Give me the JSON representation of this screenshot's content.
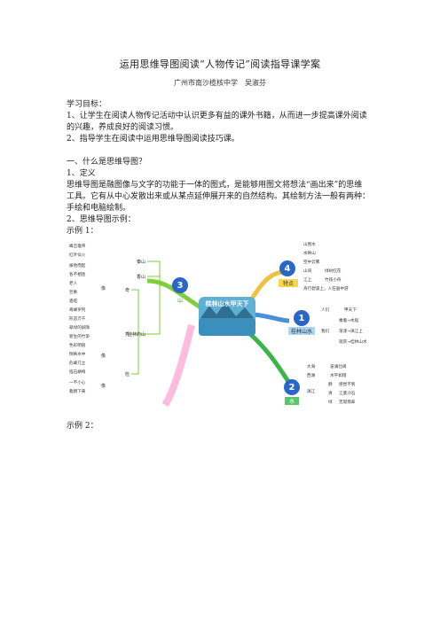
{
  "title": "运用思维导图阅读“人物传记”阅读指导课学案",
  "author": "广州市南沙榄核中学　吴淑芬",
  "goals_heading": "学习目标：",
  "goal_1a": "1、让学生在阅读人物传记活动中认识更多有益的课外书籍，从而进一步提高课外阅读",
  "goal_1b": "的兴趣，养成良好的阅读习惯。",
  "goal_2": "2、指导学生在阅读中运用思维导图阅读技巧课。",
  "section_1": "一、什么是思维导图？",
  "sub_1": "1、定义",
  "def_a": "思维导图是融图像与文字的功能于一体的图式，是能够用图文将想法“画出来”的思维",
  "def_b": "工具。它有从中心发散出来或从某点延伸展开来的自然结构。其绘制方法一般有两种：",
  "def_c": "手绘和电脑绘制。",
  "sub_2": "2、思维导图示例：",
  "example_1": "示例 1：",
  "example_2": "示例 2：",
  "mindmap": {
    "center": "桂林山水甲天下",
    "branch_mountain": "山",
    "branch_mountain_num": "3",
    "branch_feature": "特点",
    "branch_feature_num": "4",
    "branch_landscape": "桂林山水",
    "branch_landscape_num": "1",
    "branch_water": "水",
    "branch_water_num": "2",
    "mountain_sub1": "秦山",
    "mountain_sub2": "香山",
    "mountain_sub3": "桂林的山",
    "mountain_sub3a": "奇",
    "mountain_sub3b": "秀",
    "mountain_sub3c": "险",
    "mountain_left_items": [
      "峰峦雄伟",
      "红叶似火",
      "拔地而起",
      "各不相连",
      "老人",
      "巨象",
      "骆驼",
      "奇峰罗列",
      "形态万千",
      "翠绿的屏障",
      "新生的竹笋",
      "色彩明丽",
      "倒映水中",
      "危峰兀立",
      "怪石嶙峋",
      "一不小心",
      "栽倒下来"
    ],
    "mountain_like": [
      "像",
      "像",
      "像"
    ],
    "feature_items": [
      "山围水",
      "水映山",
      "空中云雾",
      "山间",
      "绿树红花",
      "江上",
      "竹筏小舟",
      "舟行碧波上，人在画中游"
    ],
    "landscape_items": [
      "人们",
      "甲天下",
      "我们",
      "乘着→木船",
      "荡漾→漓江上",
      "观赏→桂林山水"
    ],
    "water_items": [
      "大海",
      "波澜壮阔",
      "西湖",
      "水平如镜",
      "漓江",
      "静",
      "感觉不到",
      "清",
      "江底沙石",
      "绿",
      "无瑕翡翠"
    ]
  }
}
